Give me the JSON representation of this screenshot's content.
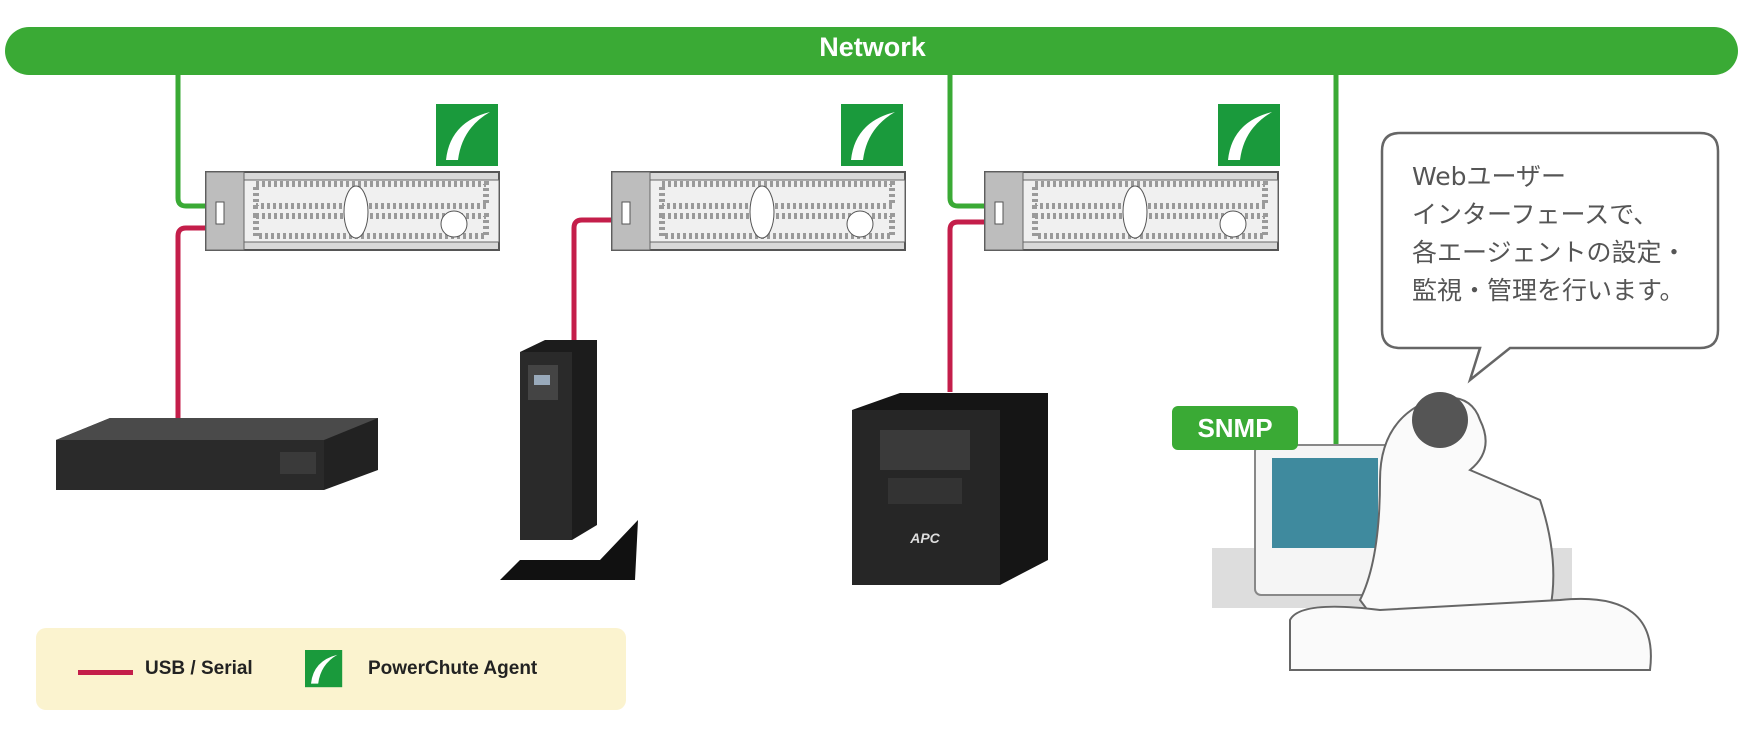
{
  "network": {
    "label": "Network"
  },
  "snmp": {
    "label": "SNMP"
  },
  "bubble": {
    "lines": [
      "Webユーザー",
      "インターフェースで、",
      "各エージェントの設定・",
      "監視・管理を行います。"
    ]
  },
  "ups_brand": "APC",
  "legend": {
    "usb_serial": "USB / Serial",
    "agent": "PowerChute Agent"
  },
  "colors": {
    "network": "#3aaa35",
    "usb_serial": "#c41e4a",
    "legend_bg": "#fbf3cf"
  }
}
